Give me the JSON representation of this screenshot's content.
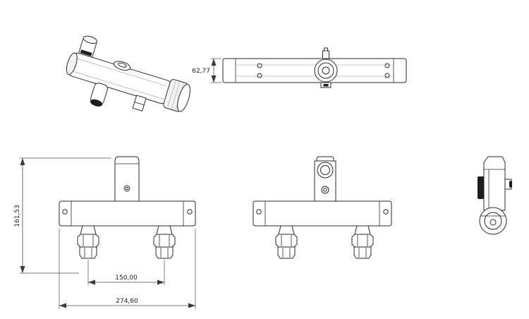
{
  "colors": {
    "line": "#2a2a2a",
    "dimension_line": "#4a4a4a",
    "background": "#ffffff"
  },
  "dimensions": {
    "top_view_depth": "62,77",
    "front_height": "161,53",
    "inlet_spacing": "150,00",
    "overall_width": "274,60"
  }
}
